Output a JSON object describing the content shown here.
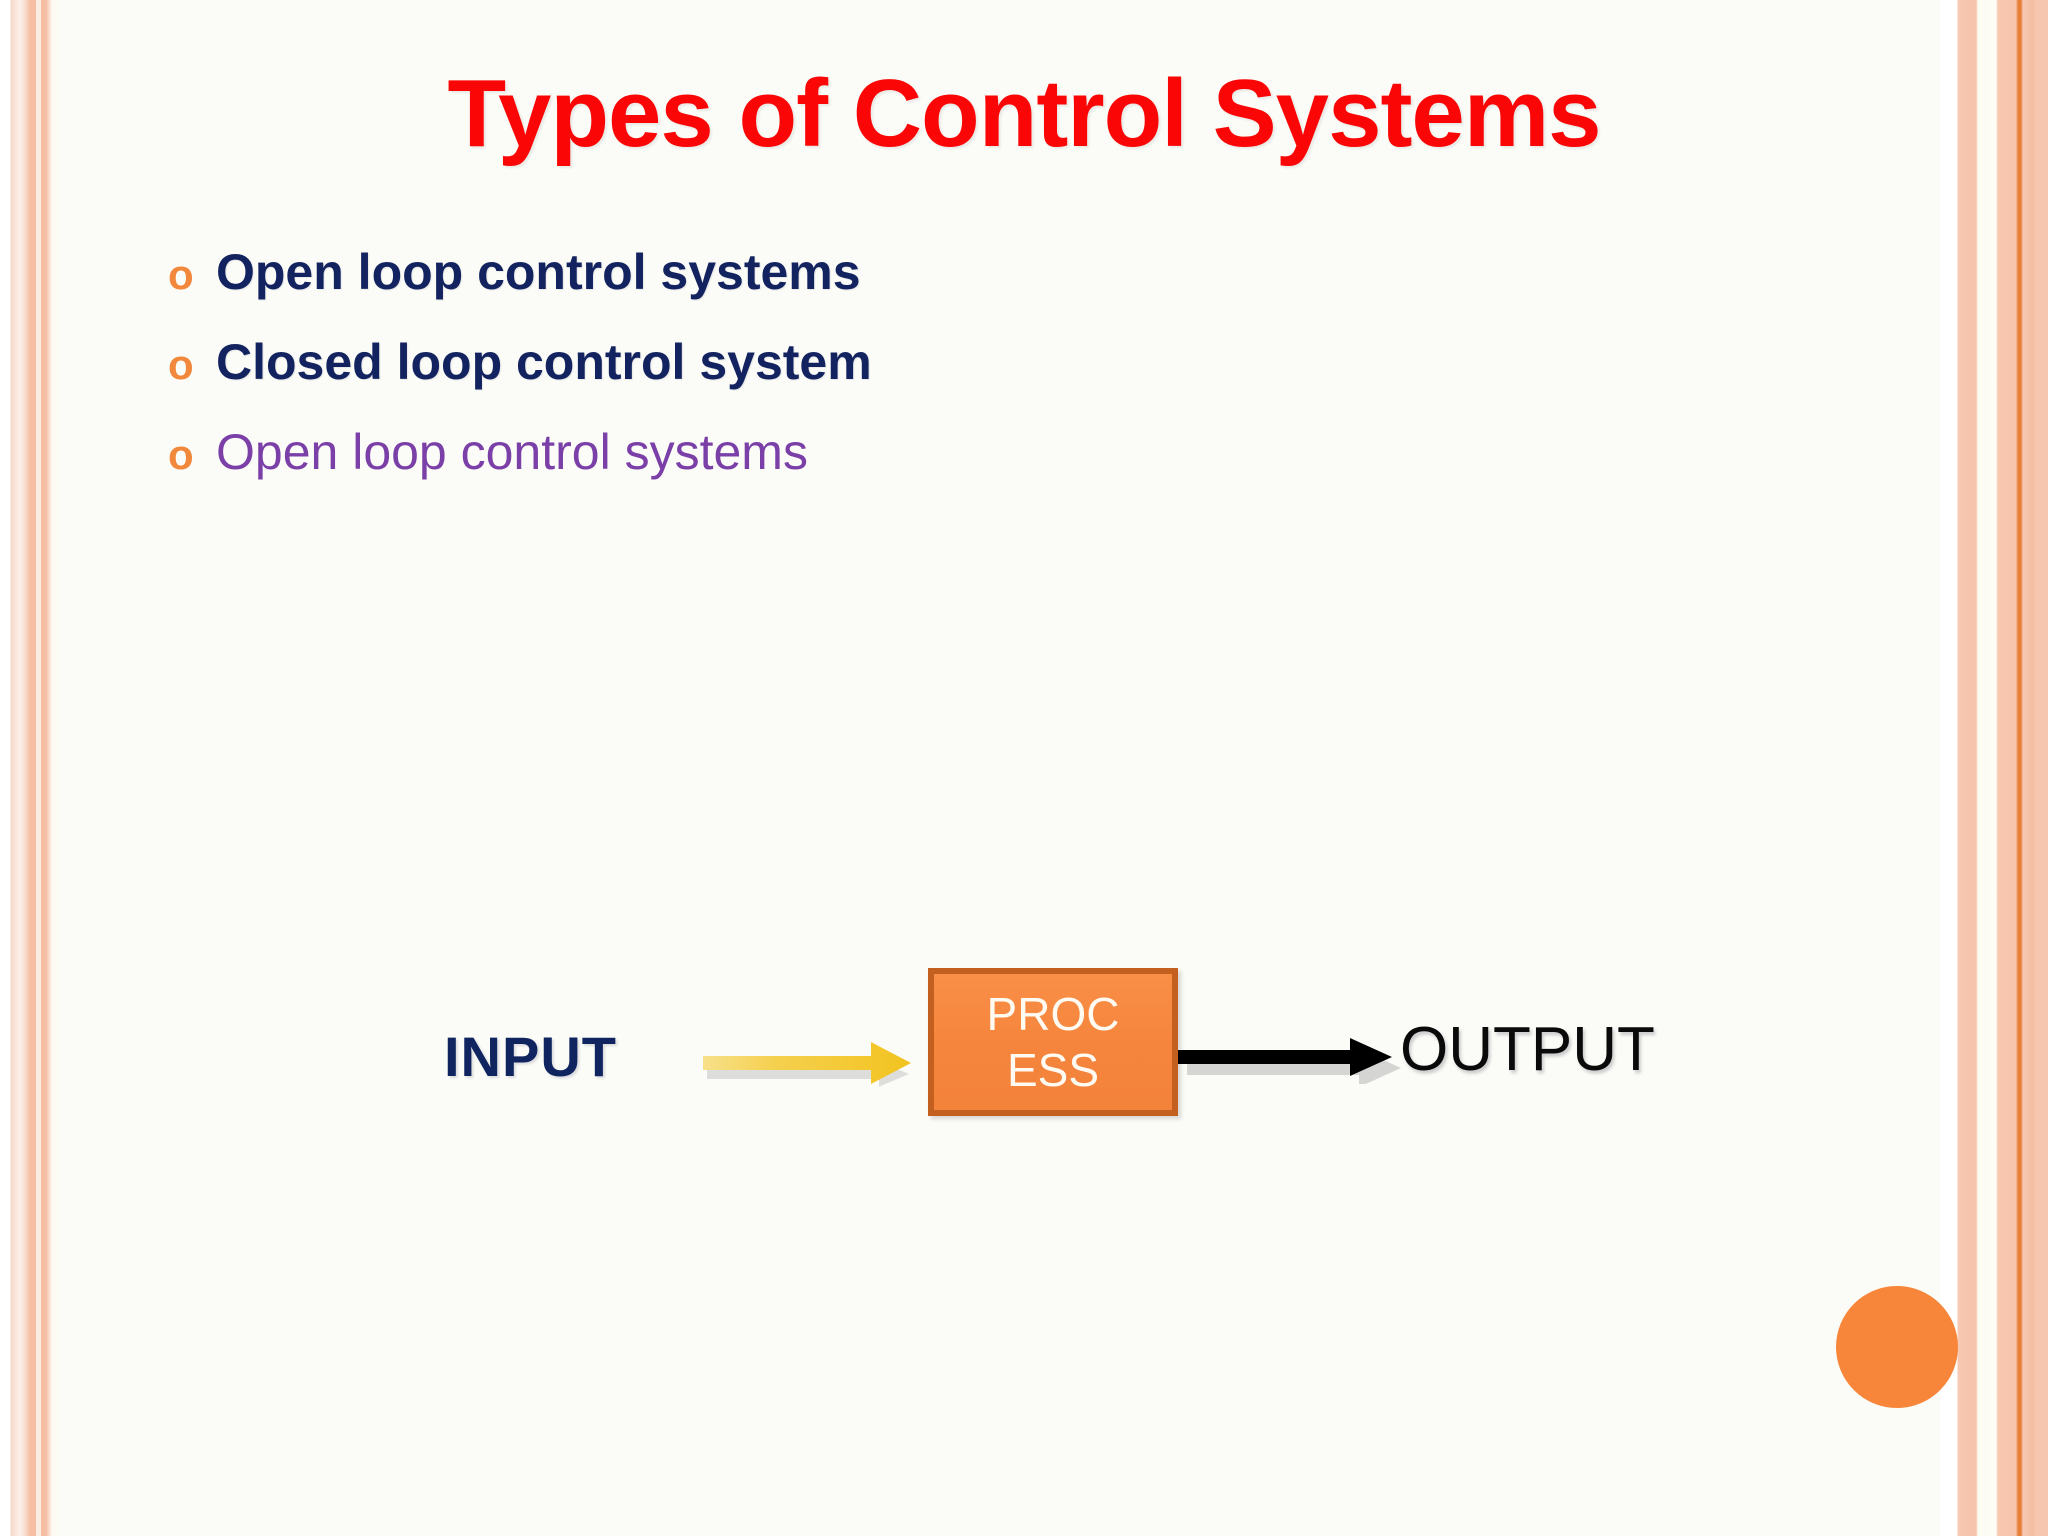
{
  "slide": {
    "title": "Types of Control Systems",
    "background_color": "#fbfcf7",
    "title_color": "#fb0606",
    "accent_orange": "#f7863a",
    "navy": "#13235f",
    "purple": "#7b3fa8"
  },
  "bullets": [
    {
      "marker": "o",
      "text": "Open loop control systems",
      "style": "navy"
    },
    {
      "marker": "o",
      "text": "Closed loop control system",
      "style": "navy"
    },
    {
      "marker": "o",
      "text": "Open loop control systems",
      "style": "purple"
    }
  ],
  "diagram": {
    "input_label": "INPUT",
    "process_label": "PROCESS",
    "output_label": "OUTPUT",
    "input_arrow": "yellow-arrow-icon",
    "output_arrow": "black-arrow-icon",
    "process_fill": "#f5843c",
    "process_border": "#c4601f",
    "input_arrow_color": "#f3c623",
    "output_arrow_color": "#000000"
  },
  "decorations": {
    "left_border": "peach-stripe-border",
    "right_border": "peach-stripe-border",
    "corner_dot": "orange-circle"
  }
}
